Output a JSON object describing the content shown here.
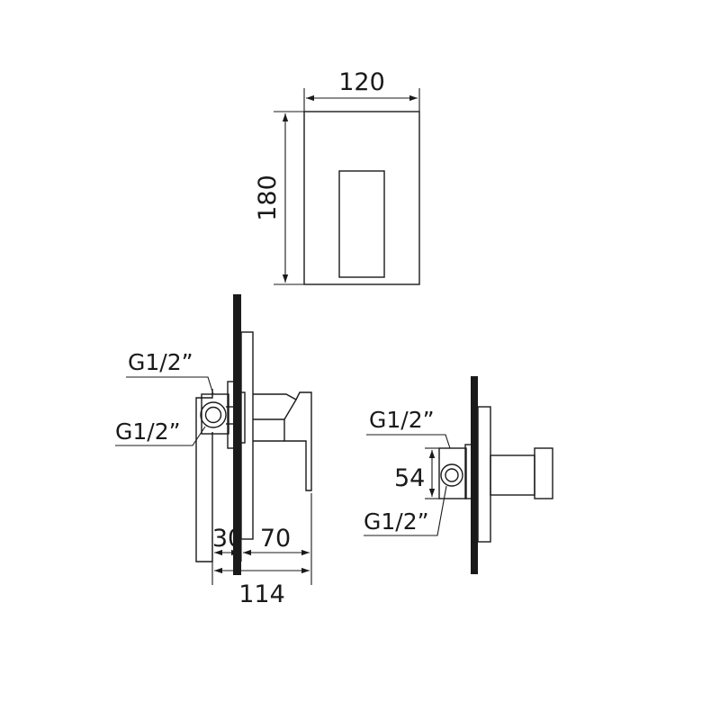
{
  "front_view": {
    "width_label": "120",
    "height_label": "180"
  },
  "side_view": {
    "inlet_top_label": "G1/2”",
    "inlet_bottom_label": "G1/2”",
    "depth_a_label": "30",
    "depth_b_label": "70",
    "depth_total_label": "114"
  },
  "section_view": {
    "inlet_top_label": "G1/2”",
    "spacing_label": "54",
    "inlet_bottom_label": "G1/2”"
  }
}
